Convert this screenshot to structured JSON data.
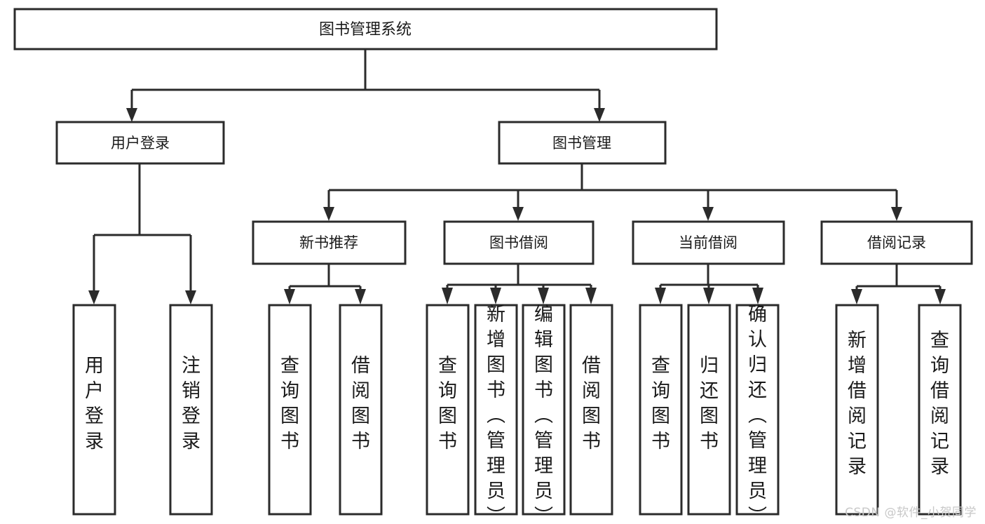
{
  "diagram": {
    "type": "tree-hierarchy-flowchart",
    "title": "图书管理系统",
    "watermark": "CSDN @软件_小贺同学",
    "colors": {
      "background": "#ffffff",
      "stroke": "#2b2b2b",
      "text": "#1a1a1a",
      "watermark": "#c8c8c8"
    },
    "levels": [
      {
        "level": 1,
        "nodes": [
          {
            "id": "root",
            "label": "图书管理系统",
            "orientation": "horizontal"
          }
        ]
      },
      {
        "level": 2,
        "nodes": [
          {
            "id": "user-login",
            "label": "用户登录",
            "orientation": "horizontal",
            "parent": "root"
          },
          {
            "id": "book-manage",
            "label": "图书管理",
            "orientation": "horizontal",
            "parent": "root"
          }
        ]
      },
      {
        "level": 3,
        "nodes": [
          {
            "id": "new-book-recommend",
            "label": "新书推荐",
            "orientation": "horizontal",
            "parent": "book-manage"
          },
          {
            "id": "book-borrow",
            "label": "图书借阅",
            "orientation": "horizontal",
            "parent": "book-manage"
          },
          {
            "id": "current-borrow",
            "label": "当前借阅",
            "orientation": "horizontal",
            "parent": "book-manage"
          },
          {
            "id": "borrow-record",
            "label": "借阅记录",
            "orientation": "horizontal",
            "parent": "book-manage"
          }
        ]
      },
      {
        "level": 4,
        "nodes": [
          {
            "id": "leaf-user-login",
            "label": "用户登录",
            "orientation": "vertical",
            "parent": "user-login"
          },
          {
            "id": "leaf-logout",
            "label": "注销登录",
            "orientation": "vertical",
            "parent": "user-login"
          },
          {
            "id": "leaf-query-book-1",
            "label": "查询图书",
            "orientation": "vertical",
            "parent": "new-book-recommend"
          },
          {
            "id": "leaf-borrow-book-1",
            "label": "借阅图书",
            "orientation": "vertical",
            "parent": "new-book-recommend"
          },
          {
            "id": "leaf-query-book-2",
            "label": "查询图书",
            "orientation": "vertical",
            "parent": "book-borrow"
          },
          {
            "id": "leaf-add-book",
            "label": "新增图书（管理员）",
            "orientation": "vertical",
            "parent": "book-borrow"
          },
          {
            "id": "leaf-edit-book",
            "label": "编辑图书（管理员）",
            "orientation": "vertical",
            "parent": "book-borrow"
          },
          {
            "id": "leaf-borrow-book-2",
            "label": "借阅图书",
            "orientation": "vertical",
            "parent": "book-borrow"
          },
          {
            "id": "leaf-query-book-3",
            "label": "查询图书",
            "orientation": "vertical",
            "parent": "current-borrow"
          },
          {
            "id": "leaf-return-book",
            "label": "归还图书",
            "orientation": "vertical",
            "parent": "current-borrow"
          },
          {
            "id": "leaf-confirm-return",
            "label": "确认归还（管理员）",
            "orientation": "vertical",
            "parent": "current-borrow"
          },
          {
            "id": "leaf-add-record",
            "label": "新增借阅记录",
            "orientation": "vertical",
            "parent": "borrow-record"
          },
          {
            "id": "leaf-query-record",
            "label": "查询借阅记录",
            "orientation": "vertical",
            "parent": "borrow-record"
          }
        ]
      }
    ]
  }
}
